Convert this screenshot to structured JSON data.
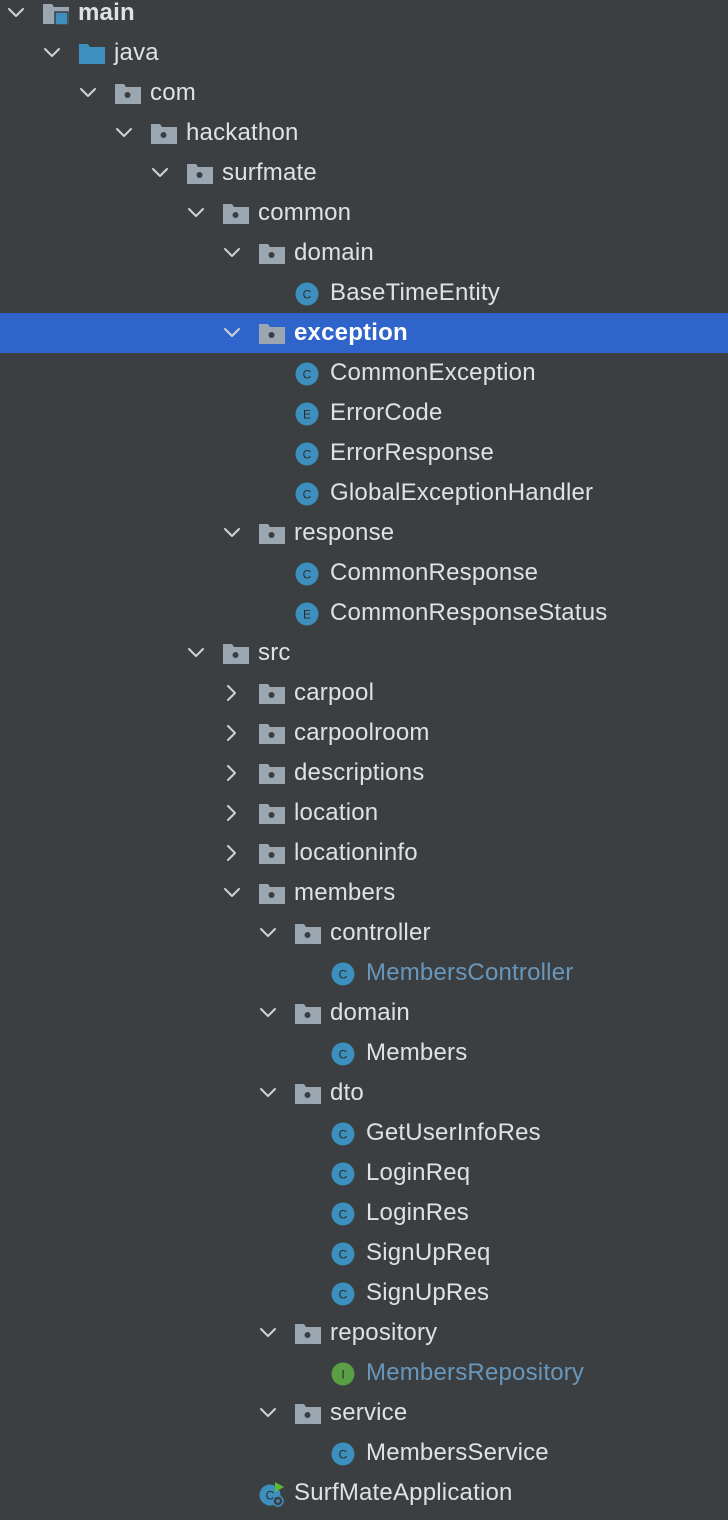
{
  "tree": [
    {
      "label": "main",
      "depth": 0,
      "expanded": true,
      "icon": "source-root-folder-icon"
    },
    {
      "label": "java",
      "depth": 1,
      "expanded": true,
      "icon": "source-folder-icon"
    },
    {
      "label": "com",
      "depth": 2,
      "expanded": true,
      "icon": "package-icon"
    },
    {
      "label": "hackathon",
      "depth": 3,
      "expanded": true,
      "icon": "package-icon"
    },
    {
      "label": "surfmate",
      "depth": 4,
      "expanded": true,
      "icon": "package-icon"
    },
    {
      "label": "common",
      "depth": 5,
      "expanded": true,
      "icon": "package-icon"
    },
    {
      "label": "domain",
      "depth": 6,
      "expanded": true,
      "icon": "package-icon"
    },
    {
      "label": "BaseTimeEntity",
      "depth": 7,
      "icon": "class-icon",
      "badge": "C"
    },
    {
      "label": "exception",
      "depth": 6,
      "expanded": true,
      "icon": "package-icon",
      "selected": true
    },
    {
      "label": "CommonException",
      "depth": 7,
      "icon": "class-icon",
      "badge": "C"
    },
    {
      "label": "ErrorCode",
      "depth": 7,
      "icon": "enum-icon",
      "badge": "E"
    },
    {
      "label": "ErrorResponse",
      "depth": 7,
      "icon": "class-icon",
      "badge": "C"
    },
    {
      "label": "GlobalExceptionHandler",
      "depth": 7,
      "icon": "class-icon",
      "badge": "C"
    },
    {
      "label": "response",
      "depth": 6,
      "expanded": true,
      "icon": "package-icon"
    },
    {
      "label": "CommonResponse",
      "depth": 7,
      "icon": "class-icon",
      "badge": "C"
    },
    {
      "label": "CommonResponseStatus",
      "depth": 7,
      "icon": "enum-icon",
      "badge": "E"
    },
    {
      "label": "src",
      "depth": 5,
      "expanded": true,
      "icon": "package-icon"
    },
    {
      "label": "carpool",
      "depth": 6,
      "expanded": false,
      "icon": "package-icon"
    },
    {
      "label": "carpoolroom",
      "depth": 6,
      "expanded": false,
      "icon": "package-icon"
    },
    {
      "label": "descriptions",
      "depth": 6,
      "expanded": false,
      "icon": "package-icon"
    },
    {
      "label": "location",
      "depth": 6,
      "expanded": false,
      "icon": "package-icon"
    },
    {
      "label": "locationinfo",
      "depth": 6,
      "expanded": false,
      "icon": "package-icon"
    },
    {
      "label": "members",
      "depth": 6,
      "expanded": true,
      "icon": "package-icon"
    },
    {
      "label": "controller",
      "depth": 7,
      "expanded": true,
      "icon": "package-icon"
    },
    {
      "label": "MembersController",
      "depth": 8,
      "icon": "class-icon",
      "badge": "C",
      "modified": true
    },
    {
      "label": "domain",
      "depth": 7,
      "expanded": true,
      "icon": "package-icon"
    },
    {
      "label": "Members",
      "depth": 8,
      "icon": "class-icon",
      "badge": "C"
    },
    {
      "label": "dto",
      "depth": 7,
      "expanded": true,
      "icon": "package-icon"
    },
    {
      "label": "GetUserInfoRes",
      "depth": 8,
      "icon": "class-icon",
      "badge": "C"
    },
    {
      "label": "LoginReq",
      "depth": 8,
      "icon": "class-icon",
      "badge": "C"
    },
    {
      "label": "LoginRes",
      "depth": 8,
      "icon": "class-icon",
      "badge": "C"
    },
    {
      "label": "SignUpReq",
      "depth": 8,
      "icon": "class-icon",
      "badge": "C"
    },
    {
      "label": "SignUpRes",
      "depth": 8,
      "icon": "class-icon",
      "badge": "C"
    },
    {
      "label": "repository",
      "depth": 7,
      "expanded": true,
      "icon": "package-icon"
    },
    {
      "label": "MembersRepository",
      "depth": 8,
      "icon": "interface-icon",
      "badge": "I",
      "modified": true
    },
    {
      "label": "service",
      "depth": 7,
      "expanded": true,
      "icon": "package-icon"
    },
    {
      "label": "MembersService",
      "depth": 8,
      "icon": "class-icon",
      "badge": "C"
    },
    {
      "label": "SurfMateApplication",
      "depth": 6,
      "icon": "spring-boot-application-icon",
      "badge": "C"
    }
  ],
  "colors": {
    "background": "#3c3f41",
    "selection": "#2f65ca",
    "text": "#dfe1e5",
    "modified_text": "#6897bb",
    "folder": "#9aa7b0",
    "source_folder": "#3d8fbe",
    "class_badge": "#3d8fbe",
    "enum_badge": "#3d8fbe",
    "interface_badge": "#5a9e45",
    "chevron": "#cfd1d4"
  }
}
